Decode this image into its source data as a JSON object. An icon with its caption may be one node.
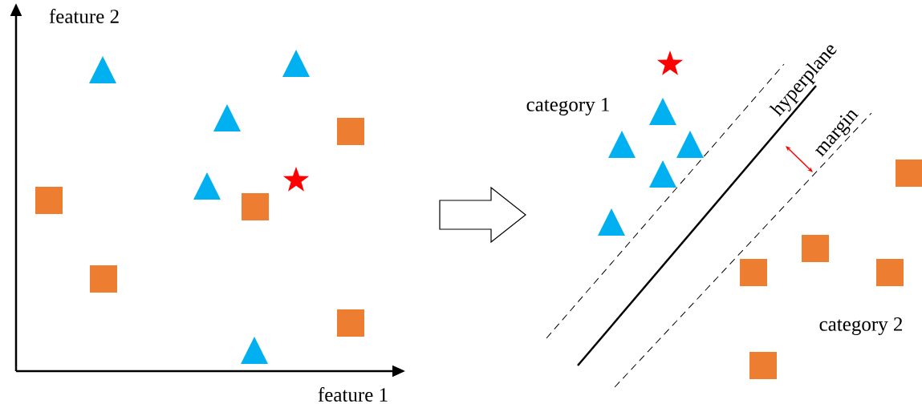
{
  "diagram": {
    "labels": [
      "feature 2",
      "feature 1",
      "category 1",
      "hyperplane",
      "margin",
      "category 2"
    ]
  }
}
